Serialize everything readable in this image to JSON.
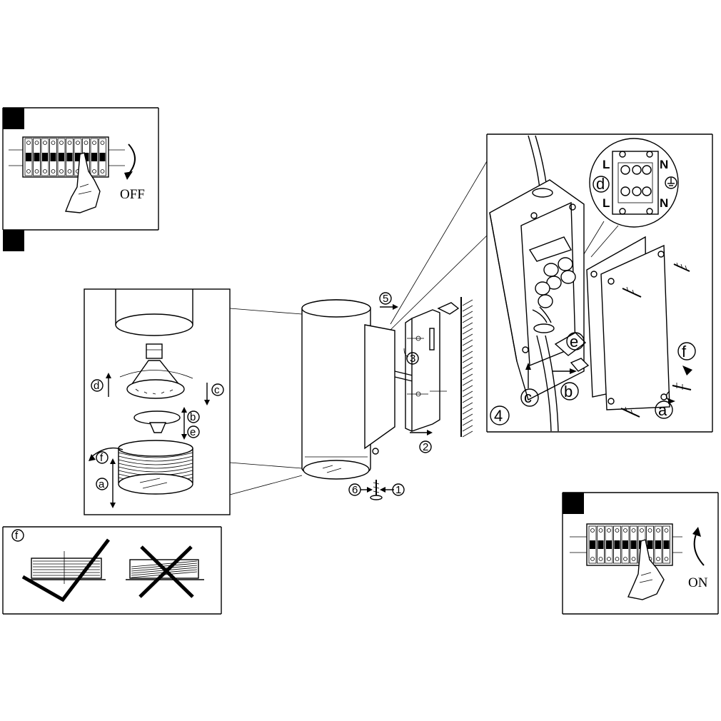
{
  "panels": {
    "switch_off": {
      "caption": "OFF"
    },
    "switch_on": {
      "caption": "ON"
    }
  },
  "callouts": {
    "lamp": {
      "d": "d",
      "c": "c",
      "b": "b",
      "e": "e",
      "f": "f",
      "a": "a"
    },
    "fixture": {
      "step1": "1",
      "step2": "2",
      "step3": "3",
      "step5": "5",
      "step6": "6"
    },
    "junction": {
      "step4": "4",
      "c": "c",
      "b": "b",
      "e": "e",
      "f": "f",
      "a": "a",
      "d": "d"
    },
    "terminal": {
      "L_top": "L",
      "N_top": "N",
      "L_bottom": "L",
      "N_bottom": "N"
    },
    "thread_check": {
      "f": "f"
    }
  },
  "icons": [
    "circuit-breaker-icon",
    "hand-icon",
    "rotation-arrow-icon",
    "check-mark-icon",
    "cross-mark-icon",
    "earth-ground-icon",
    "screw-icon"
  ]
}
